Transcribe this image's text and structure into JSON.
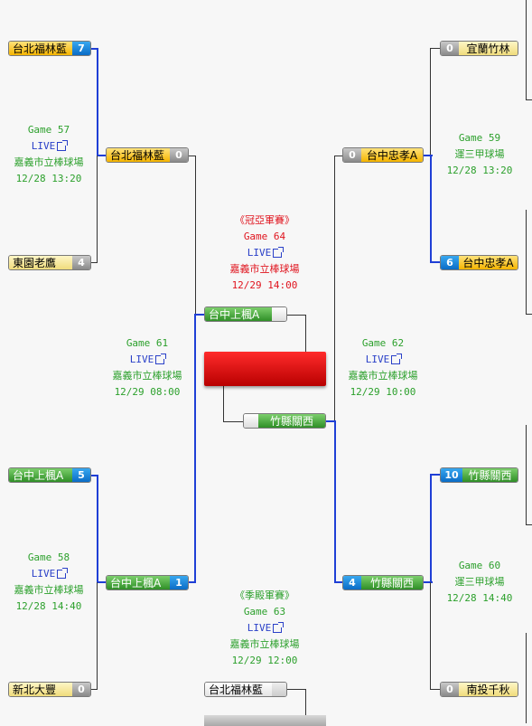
{
  "teams": {
    "t1": {
      "name": "台北福林藍",
      "score": "7"
    },
    "t2": {
      "name": "東園老鷹",
      "score": "4"
    },
    "t3": {
      "name": "台北福林藍",
      "score": "0"
    },
    "t4": {
      "name": "台中上楓A",
      "score": "5"
    },
    "t5": {
      "name": "新北大豐",
      "score": "0"
    },
    "t6": {
      "name": "台中上楓A",
      "score": "1"
    },
    "t7": {
      "name": "宜蘭竹林",
      "score": "0"
    },
    "t8": {
      "name": "台中忠孝A",
      "score": "6"
    },
    "t9": {
      "name": "台中忠孝A",
      "score": "0"
    },
    "t10": {
      "name": "竹縣關西",
      "score": "10"
    },
    "t11": {
      "name": "南投千秋",
      "score": "0"
    },
    "t12": {
      "name": "竹縣關西",
      "score": "4"
    },
    "t13": {
      "name": "台中上楓A",
      "score": ""
    },
    "t14": {
      "name": "竹縣關西",
      "score": ""
    },
    "t15": {
      "name": "台北福林藍",
      "score": ""
    }
  },
  "games": {
    "g57": {
      "game": "Game 57",
      "live": "LIVE",
      "venue": "嘉義市立棒球場",
      "time": "12/28 13:20"
    },
    "g58": {
      "game": "Game 58",
      "live": "LIVE",
      "venue": "嘉義市立棒球場",
      "time": "12/28 14:40"
    },
    "g59": {
      "game": "Game 59",
      "venue": "運三甲球場",
      "time": "12/28 13:20"
    },
    "g60": {
      "game": "Game 60",
      "venue": "運三甲球場",
      "time": "12/28 14:40"
    },
    "g61": {
      "game": "Game 61",
      "live": "LIVE",
      "venue": "嘉義市立棒球場",
      "time": "12/29 08:00"
    },
    "g62": {
      "game": "Game 62",
      "live": "LIVE",
      "venue": "嘉義市立棒球場",
      "time": "12/29 10:00"
    },
    "g64": {
      "title": "《冠亞軍賽》",
      "game": "Game 64",
      "live": "LIVE",
      "venue": "嘉義市立棒球場",
      "time": "12/29 14:00"
    },
    "g63": {
      "title": "《季殿軍賽》",
      "game": "Game 63",
      "live": "LIVE",
      "venue": "嘉義市立棒球場",
      "time": "12/29 12:00"
    }
  },
  "colors": {
    "line_winner": "#1f3fd6",
    "line_other": "#333333",
    "final_text": "#e0141e",
    "game_text": "#2ca02c",
    "live_text": "#2a40c8"
  }
}
